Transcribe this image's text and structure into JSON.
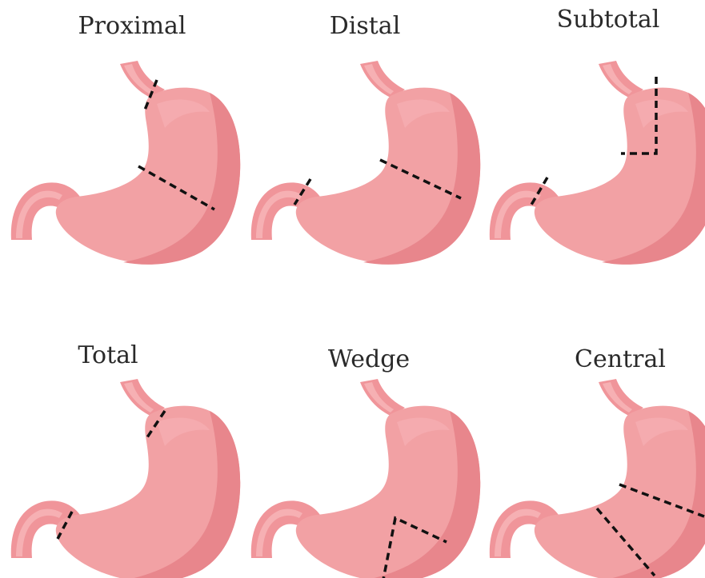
{
  "panels": [
    {
      "id": "proximal",
      "label": "Proximal"
    },
    {
      "id": "distal",
      "label": "Distal"
    },
    {
      "id": "subtotal",
      "label": "Subtotal"
    },
    {
      "id": "total",
      "label": "Total"
    },
    {
      "id": "wedge",
      "label": "Wedge"
    },
    {
      "id": "central",
      "label": "Central"
    }
  ],
  "colors": {
    "stomach": "#f2a1a4",
    "stomach_shade": "#e8868c",
    "cut_line": "#111111"
  }
}
